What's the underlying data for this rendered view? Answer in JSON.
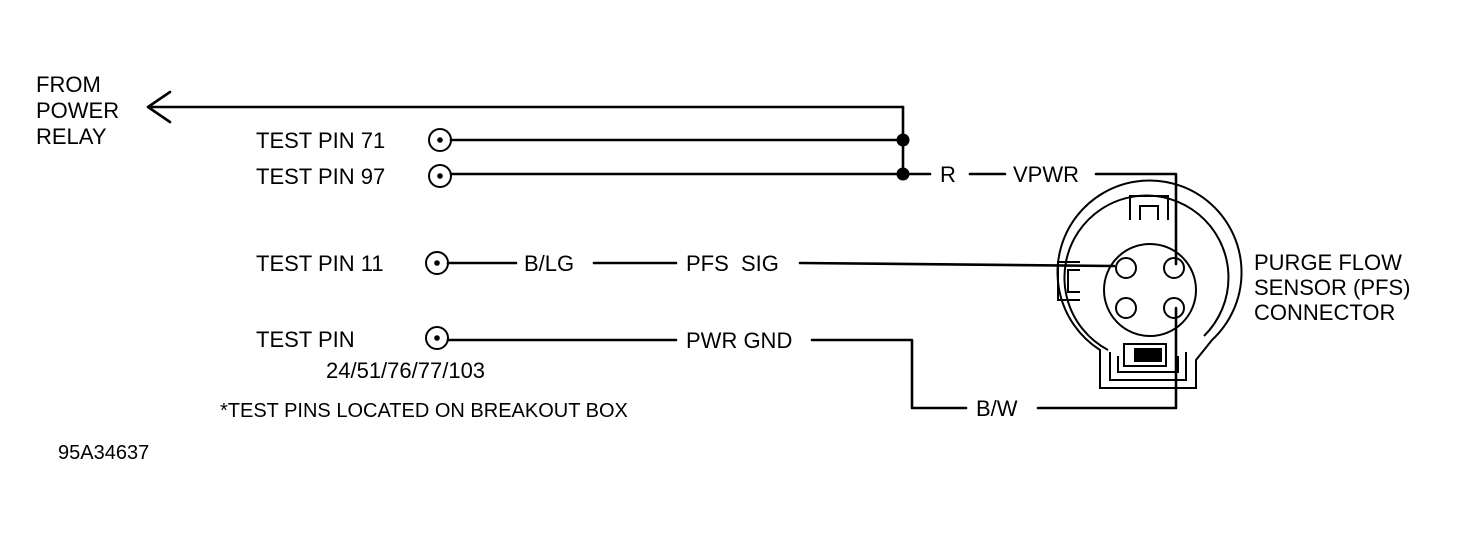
{
  "source": {
    "line1": "FROM",
    "line2": "POWER",
    "line3": "RELAY"
  },
  "test_pins": [
    {
      "label": "TEST PIN 71"
    },
    {
      "label": "TEST PIN 97"
    },
    {
      "label": "TEST PIN 11"
    },
    {
      "label": "TEST PIN",
      "sub": "24/51/76/77/103"
    }
  ],
  "wires": {
    "vpwr_color": "R",
    "vpwr_name": "VPWR",
    "sig_color": "B/LG",
    "sig_name": "PFS  SIG",
    "gnd_name": "PWR GND",
    "gnd_color": "B/W"
  },
  "connector": {
    "line1": "PURGE FLOW",
    "line2": "SENSOR (PFS)",
    "line3": "CONNECTOR"
  },
  "note": "*TEST PINS LOCATED ON BREAKOUT BOX",
  "figure_id": "95A34637"
}
